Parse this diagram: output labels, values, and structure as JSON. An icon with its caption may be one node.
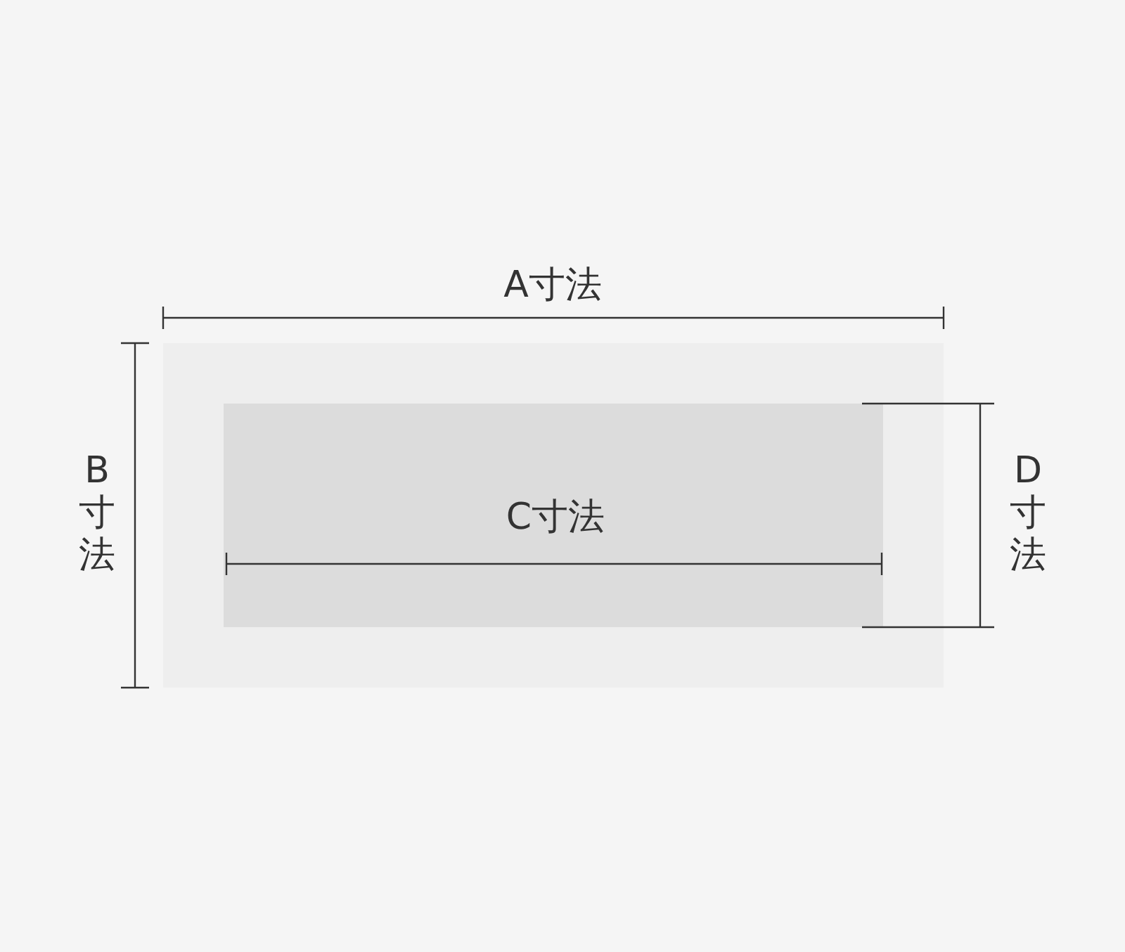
{
  "diagram": {
    "labels": [
      "A寸法",
      "B寸法",
      "C寸法",
      "D寸法"
    ]
  }
}
